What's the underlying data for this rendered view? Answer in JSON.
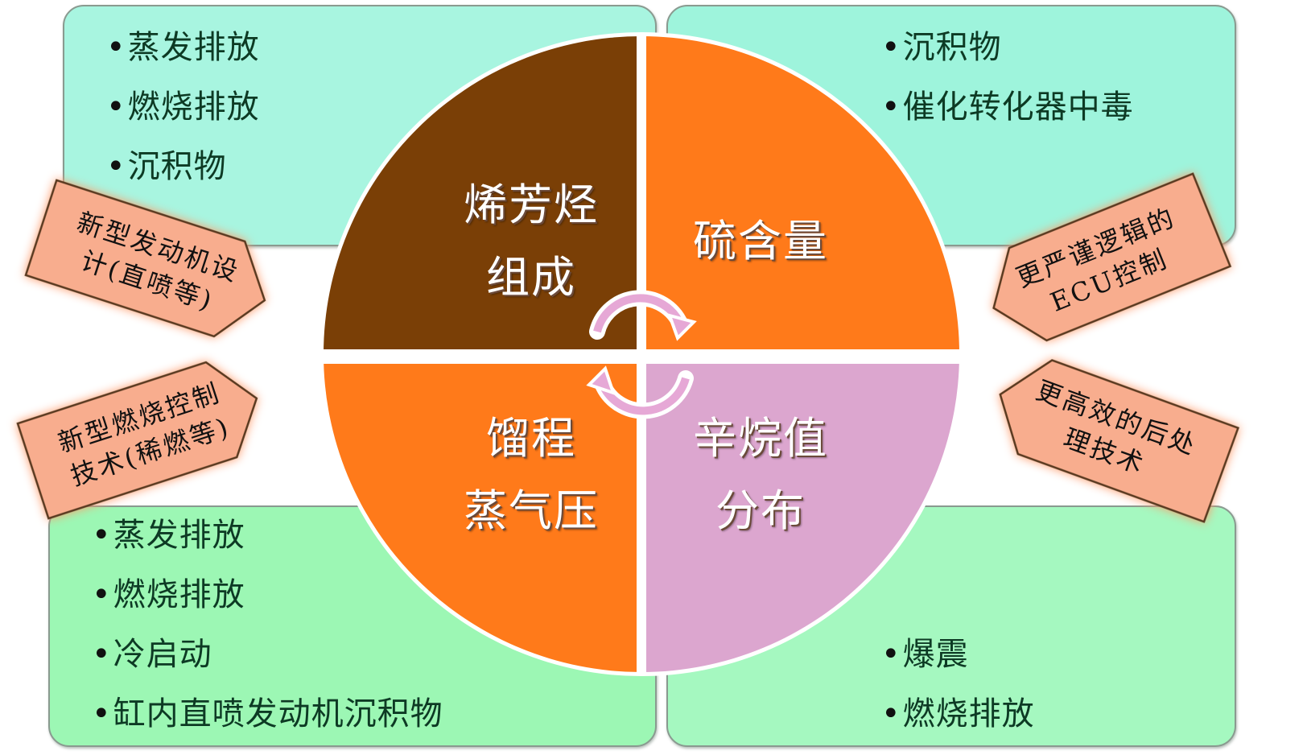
{
  "colors": {
    "panel_top_left": "#a8f5e0",
    "panel_top_right": "#9ef4dc",
    "panel_bottom_left": "#9cf7b4",
    "panel_bottom_right": "#a5f8c0",
    "quadrant_brown": "#7a3f06",
    "quadrant_orange": "#ff7a1a",
    "quadrant_pink": "#dca6cf",
    "callout_fill": "#f8ad8e",
    "cycle_arrow": "#e6a8d6"
  },
  "quadrants": {
    "top_left": {
      "line1": "烯芳烃",
      "line2": "组成"
    },
    "top_right": {
      "line1": "硫含量"
    },
    "bottom_left": {
      "line1": "馏程",
      "line2": "蒸气压"
    },
    "bottom_right": {
      "line1": "辛烷值",
      "line2": "分布"
    }
  },
  "panels": {
    "top_left": {
      "items": [
        "蒸发排放",
        "燃烧排放",
        "沉积物"
      ]
    },
    "top_right": {
      "items": [
        "沉积物",
        "催化转化器中毒"
      ]
    },
    "bottom_left": {
      "items": [
        "蒸发排放",
        "燃烧排放",
        "冷启动",
        "缸内直喷发动机沉积物"
      ]
    },
    "bottom_right": {
      "items": [
        "爆震",
        "燃烧排放"
      ]
    }
  },
  "callouts": {
    "left_top": {
      "line1": "新型发动机设",
      "line2": "计(直喷等)"
    },
    "left_bottom": {
      "line1": "新型燃烧控制",
      "line2": "技术(稀燃等)"
    },
    "right_top": {
      "line1": "更严谨逻辑的",
      "line2": "ECU控制"
    },
    "right_bottom": {
      "line1": "更高效的后处",
      "line2": "理技术"
    }
  },
  "icons": {
    "center_cycle": "cycle-arrows-icon"
  }
}
